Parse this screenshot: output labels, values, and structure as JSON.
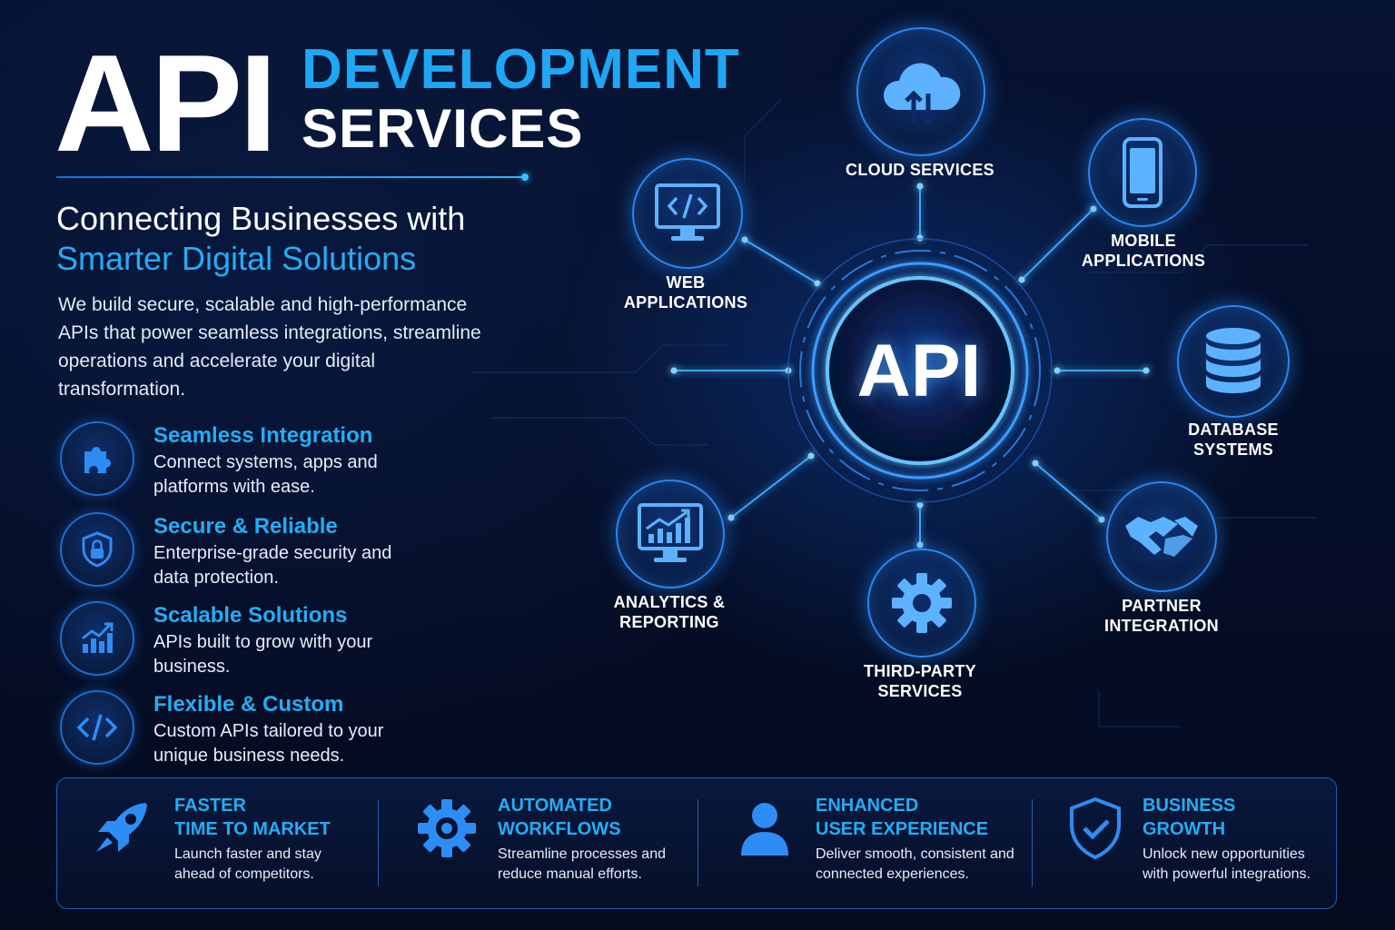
{
  "header": {
    "title_main": "API",
    "title_line1": "DEVELOPMENT",
    "title_line2": "SERVICES",
    "subtitle_line1": "Connecting Businesses with",
    "subtitle_line2": "Smarter Digital Solutions",
    "intro": "We build secure, scalable and high-performance APIs that power seamless integrations, streamline operations and accelerate your digital transformation."
  },
  "features": [
    {
      "icon": "puzzle-icon",
      "title": "Seamless Integration",
      "desc": "Connect systems, apps and platforms with ease."
    },
    {
      "icon": "shield-lock-icon",
      "title": "Secure & Reliable",
      "desc": "Enterprise-grade security and data protection."
    },
    {
      "icon": "growth-chart-icon",
      "title": "Scalable Solutions",
      "desc": "APIs built to grow with your business."
    },
    {
      "icon": "code-icon",
      "title": "Flexible & Custom",
      "desc": "Custom APIs tailored to your unique business needs."
    }
  ],
  "hub": {
    "center_label": "API",
    "nodes": [
      {
        "icon": "cloud-sync-icon",
        "label_line1": "CLOUD SERVICES",
        "label_line2": ""
      },
      {
        "icon": "smartphone-icon",
        "label_line1": "MOBILE",
        "label_line2": "APPLICATIONS"
      },
      {
        "icon": "database-icon",
        "label_line1": "DATABASE",
        "label_line2": "SYSTEMS"
      },
      {
        "icon": "handshake-icon",
        "label_line1": "PARTNER",
        "label_line2": "INTEGRATION"
      },
      {
        "icon": "gear-icon",
        "label_line1": "THIRD-PARTY",
        "label_line2": "SERVICES"
      },
      {
        "icon": "analytics-monitor-icon",
        "label_line1": "ANALYTICS &",
        "label_line2": "REPORTING"
      },
      {
        "icon": "code-monitor-icon",
        "label_line1": "WEB",
        "label_line2": "APPLICATIONS"
      }
    ]
  },
  "benefits": [
    {
      "icon": "rocket-icon",
      "title_line1": "FASTER",
      "title_line2": "TIME TO MARKET",
      "desc": "Launch faster and stay ahead of competitors."
    },
    {
      "icon": "gear-icon",
      "title_line1": "AUTOMATED",
      "title_line2": "WORKFLOWS",
      "desc": "Streamline processes and reduce manual efforts."
    },
    {
      "icon": "user-icon",
      "title_line1": "ENHANCED",
      "title_line2": "USER EXPERIENCE",
      "desc": "Deliver smooth, consistent and connected experiences."
    },
    {
      "icon": "shield-check-icon",
      "title_line1": "BUSINESS",
      "title_line2": "GROWTH",
      "desc": "Unlock new opportunities with powerful integrations."
    }
  ],
  "colors": {
    "accent": "#22aef5",
    "background": "#050d22",
    "glow": "#2a86f0"
  }
}
